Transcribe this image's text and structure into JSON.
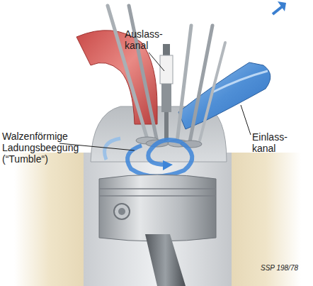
{
  "diagram": {
    "labels": [
      "Auslass- kanal",
      "Walzenförmige Ladungsbeegung (“Tumble“)",
      "Einlass- kanal",
      "SSP 198/78"
    ]
  }
}
